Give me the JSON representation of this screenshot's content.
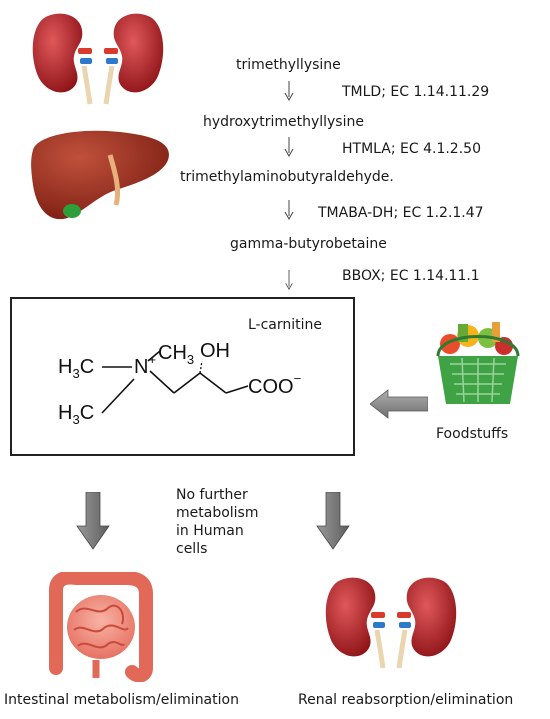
{
  "pathway": {
    "steps": [
      "trimethyllysine",
      "hydroxytrimethyllysine",
      "trimethylaminobutyraldehyde.",
      "gamma-butyrobetaine"
    ],
    "enzymes": [
      "TMLD; EC 1.14.11.29",
      "HTMLA; EC 4.1.2.50",
      "TMABA-DH; EC 1.2.1.47",
      "BBOX; EC 1.14.11.1"
    ]
  },
  "product": {
    "name": "L-carnitine",
    "formula": {
      "h3c_left_top": "H",
      "h3c_left_top_sub": "3",
      "h3c_left_top_c": "C",
      "n": "N",
      "n_charge": "+",
      "ch3_top": "CH",
      "ch3_top_sub": "3",
      "h3c_left_bottom": "H",
      "h3c_left_bottom_sub": "3",
      "h3c_left_bottom_c": "C",
      "oh": "OH",
      "coo": "COO",
      "coo_charge": "−"
    }
  },
  "source": {
    "label": "Foodstuffs"
  },
  "note": {
    "lines": [
      "No further",
      "metabolism",
      "in Human",
      "cells"
    ]
  },
  "outcomes": {
    "left": "Intestinal metabolism/elimination",
    "right": "Renal reabsorption/elimination"
  },
  "colors": {
    "kidney": "#b9252a",
    "liver": "#9a2a1d",
    "intestine": "#f0857a",
    "arrow_gray": "#8c8c8c",
    "ureter_blue": "#2f79c9",
    "vessel_red": "#d83a2c"
  }
}
